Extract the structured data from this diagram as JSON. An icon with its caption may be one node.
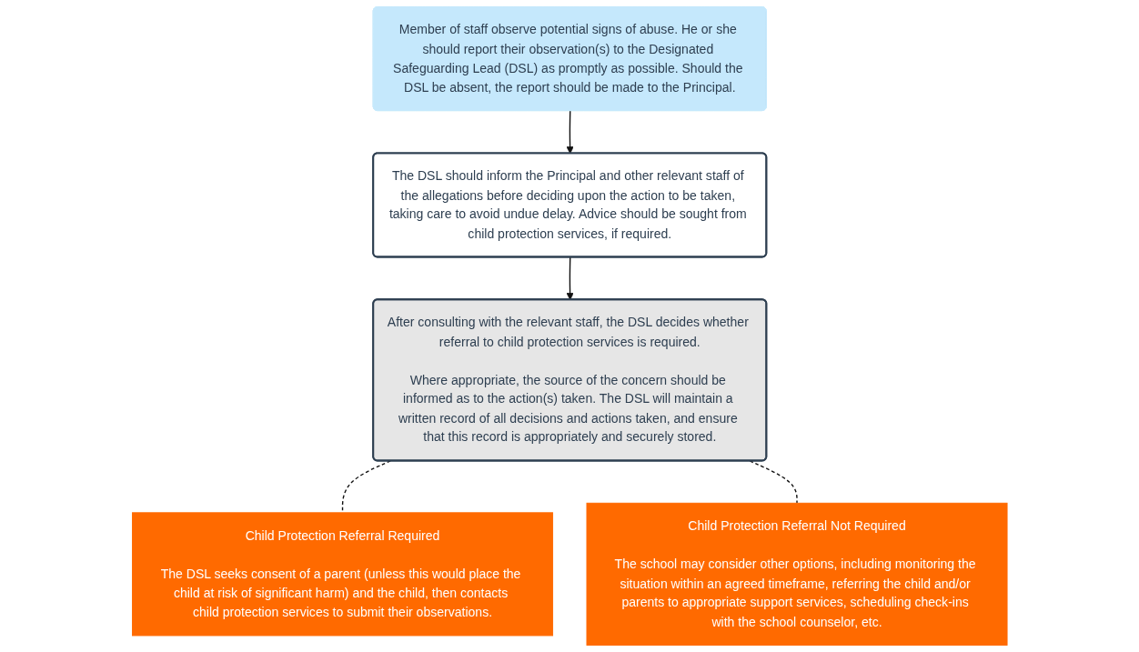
{
  "diagram": {
    "nodes": [
      {
        "text": [
          "Member of staff observe potential signs of abuse. He or she should report their observation(s) to the Designated Safeguarding Lead (DSL) as promptly as possible. Should the DSL be absent, the report should be made to the Principal."
        ]
      },
      {
        "text": [
          "The DSL should inform the Principal and other relevant staff of the allegations before deciding upon the action to be taken, taking care to avoid undue delay. Advice should be sought from child protection services, if required."
        ]
      },
      {
        "text": [
          "After consulting with the relevant staff, the DSL decides whether referral to child protection services is required.",
          "Where appropriate, the source of the concern should be informed as to the action(s) taken. The DSL will maintain a written record of all decisions and actions taken, and ensure that this record is appropriately and securely stored."
        ]
      },
      {
        "text": [
          "Child Protection Referral Required",
          "The DSL seeks consent of a parent (unless this would place the child at risk of significant harm) and the child, then contacts child protection services to submit their observations."
        ]
      },
      {
        "text": [
          "Child Protection Referral Not Required",
          "The school may consider other options, including monitoring the situation within an agreed timeframe, referring the child and/or parents to appropriate support services, scheduling check-ins with the school counselor, etc."
        ]
      }
    ],
    "edges": [
      {
        "from": 0,
        "to": 1,
        "arrow": "to"
      },
      {
        "from": 1,
        "to": 2,
        "arrow": "to"
      },
      {
        "from": 2,
        "to": 3,
        "arrow": "none",
        "style": "dashed"
      },
      {
        "from": 2,
        "to": 4,
        "arrow": "none",
        "style": "dashed"
      }
    ]
  }
}
